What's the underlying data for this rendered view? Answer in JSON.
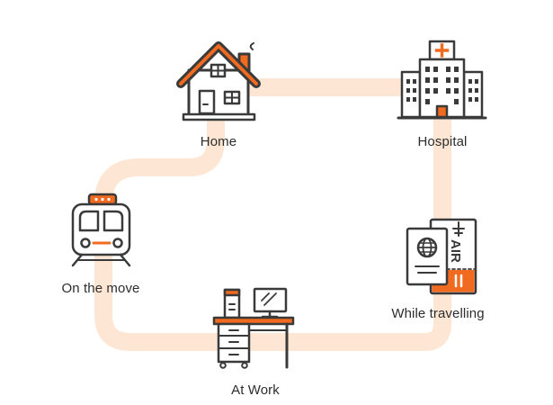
{
  "nodes": {
    "home": {
      "label": "Home"
    },
    "hospital": {
      "label": "Hospital"
    },
    "on_the_move": {
      "label": "On the move"
    },
    "while_travelling": {
      "label": "While travelling",
      "ticket_text": "AIR"
    },
    "at_work": {
      "label": "At Work"
    }
  },
  "colors": {
    "path": "#fde7d4",
    "accent": "#f06a1f",
    "outline": "#3a3a3a",
    "fill": "#ffffff"
  },
  "icons": [
    "house-icon",
    "hospital-icon",
    "train-icon",
    "passport-ticket-icon",
    "desk-computer-icon"
  ]
}
